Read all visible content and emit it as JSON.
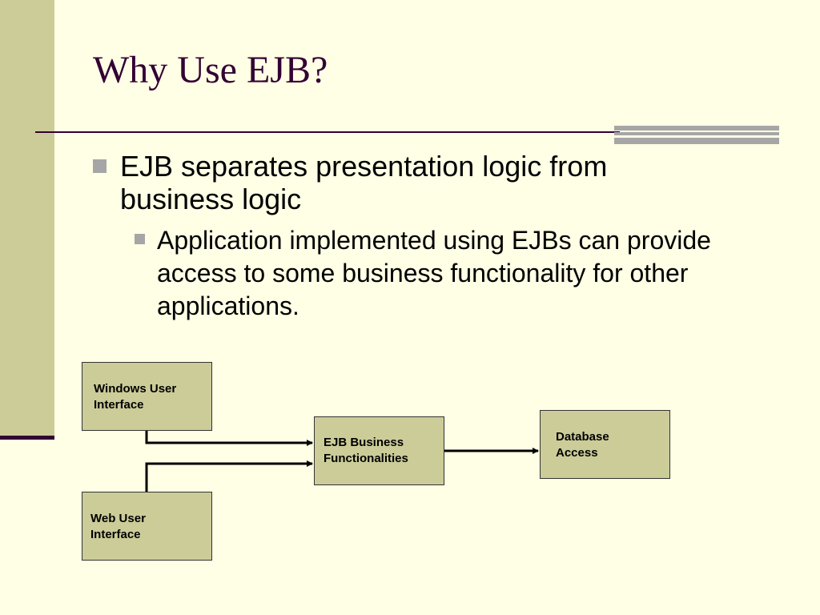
{
  "slide": {
    "title": "Why Use EJB?",
    "bullets": [
      {
        "level": 1,
        "text": "EJB separates presentation logic from business logic"
      },
      {
        "level": 2,
        "text": "Application implemented using EJBs  can provide access to some business functionality for other applications."
      }
    ]
  },
  "diagram": {
    "nodes": {
      "windows_ui": "Windows User\nInterface",
      "web_ui": "Web User\nInterface",
      "ejb": "EJB Business\nFunctionalities",
      "database": "Database\nAccess"
    },
    "edges": [
      {
        "from": "windows_ui",
        "to": "ejb"
      },
      {
        "from": "web_ui",
        "to": "ejb"
      },
      {
        "from": "ejb",
        "to": "database"
      }
    ]
  },
  "colors": {
    "background": "#FFFFE6",
    "sidebar": "#CCCC99",
    "title": "#330033",
    "accent_gray": "#A6A6A6",
    "box_fill": "#CCCC99"
  }
}
